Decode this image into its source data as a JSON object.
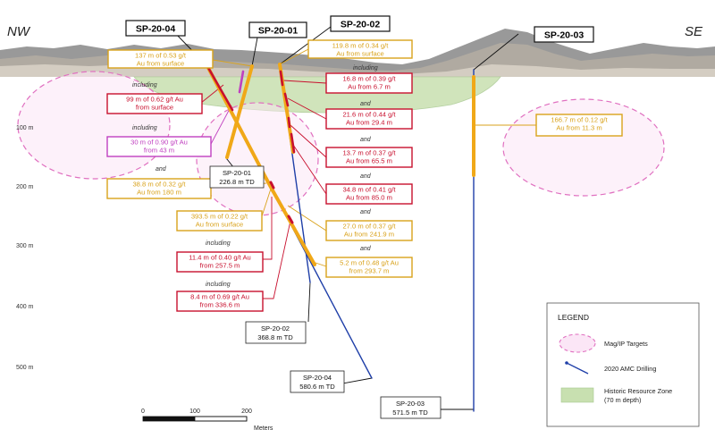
{
  "corners": {
    "left": "NW",
    "right": "SE"
  },
  "depth_labels": [
    "100 m",
    "200 m",
    "300 m",
    "400 m",
    "500 m"
  ],
  "holes": [
    {
      "id": "SP-20-04",
      "td_label": "SP-20-04",
      "td_value": "580.6 m TD"
    },
    {
      "id": "SP-20-01",
      "td_label": "SP-20-01",
      "td_value": "226.8 m TD"
    },
    {
      "id": "SP-20-02",
      "td_label": "SP-20-02",
      "td_value": "368.8 m TD"
    },
    {
      "id": "SP-20-03",
      "td_label": "SP-20-03",
      "td_value": "571.5 m TD"
    }
  ],
  "intercepts": [
    {
      "line1": "137 m of 0.53 g/t",
      "line2": "Au from surface",
      "color": "#d9a21b"
    },
    {
      "line1": "99 m of 0.62 g/t Au",
      "line2": "from surface",
      "color": "#c8102e"
    },
    {
      "line1": "30 m of 0.90 g/t Au",
      "line2": "from 43 m",
      "color": "#c040c0"
    },
    {
      "line1": "38.8 m of 0.32 g/t",
      "line2": "Au from 180 m",
      "color": "#d9a21b"
    },
    {
      "line1": "393.5 m of 0.22 g/t",
      "line2": "Au from surface",
      "color": "#d9a21b"
    },
    {
      "line1": "11.4 m of 0.40 g/t Au",
      "line2": "from 257.5 m",
      "color": "#c8102e"
    },
    {
      "line1": "8.4 m of 0.69 g/t Au",
      "line2": "from 336.6 m",
      "color": "#c8102e"
    },
    {
      "line1": "119.8 m of 0.34 g/t",
      "line2": "Au from surface",
      "color": "#d9a21b"
    },
    {
      "line1": "16.8 m of 0.39 g/t",
      "line2": "Au from 6.7 m",
      "color": "#c8102e"
    },
    {
      "line1": "21.6 m of 0.44 g/t",
      "line2": "Au from 29.4 m",
      "color": "#c8102e"
    },
    {
      "line1": "13.7 m of 0.37 g/t",
      "line2": "Au from 65.5 m",
      "color": "#c8102e"
    },
    {
      "line1": "34.8 m of 0.41 g/t",
      "line2": "Au from 85.0 m",
      "color": "#c8102e"
    },
    {
      "line1": "27.0 m of 0.37 g/t",
      "line2": "Au from 241.9 m",
      "color": "#d9a21b"
    },
    {
      "line1": "5.2 m of 0.48 g/t Au",
      "line2": "from 293.7 m",
      "color": "#d9a21b"
    },
    {
      "line1": "166.7 m of 0.12 g/t",
      "line2": "Au from 11.3 m",
      "color": "#d9a21b"
    }
  ],
  "separators": {
    "including": "including",
    "and": "and"
  },
  "legend": {
    "title": "LEGEND",
    "items": [
      {
        "label": "Mag/IP Targets",
        "color": "#e070c0"
      },
      {
        "label": "2020 AMC Drilling",
        "color": "#1f3fa8"
      },
      {
        "label": "Historic Resource Zone",
        "label2": "(70 m depth)",
        "color": "#c8e0b0"
      }
    ]
  },
  "scale": {
    "ticks": [
      "0",
      "100",
      "200"
    ],
    "unit": "Meters"
  },
  "colors": {
    "drill": "#1f3fa8",
    "gold": "#f0a818",
    "red": "#c8102e",
    "magenta": "#c040c0",
    "target": "#e070c0",
    "resource": "#c8e0b0"
  }
}
